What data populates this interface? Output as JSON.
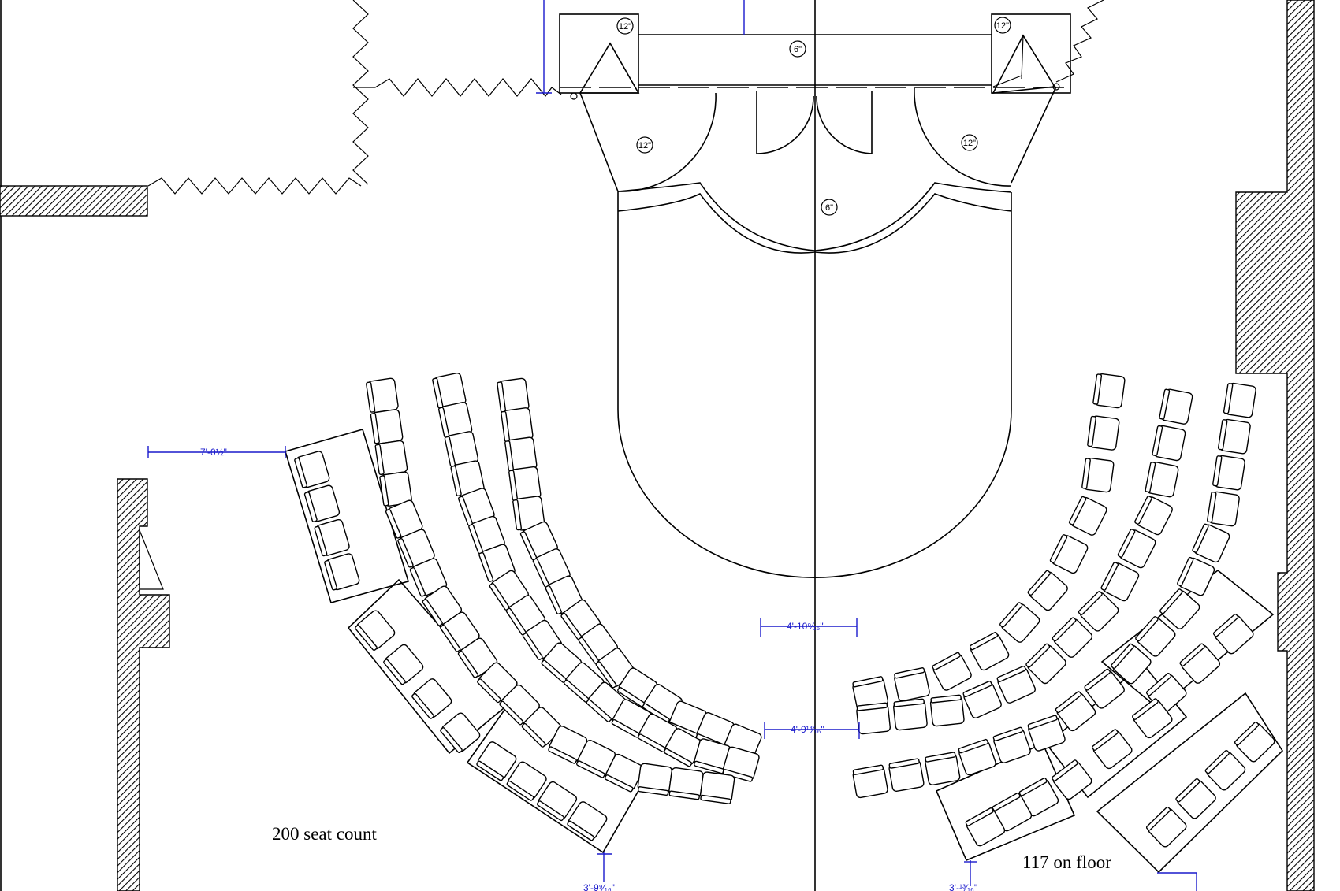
{
  "labels": {
    "seat_count": "200 seat count",
    "floor_count": "117 on floor"
  },
  "dimensions": {
    "left_aisle": "7'-0½\"",
    "front_row_gap": "4'-10⁹⁄₁₆\"",
    "second_row_gap": "4'-9¹³⁄₁₆\"",
    "bottom_left": "3'-9⁹⁄₁₆\"",
    "bottom_right": "3'-¹³⁄₁₆\""
  },
  "pipe_sizes": {
    "p1": "12\"",
    "p2": "12\"",
    "p3": "6\"",
    "p4": "12\"",
    "p5": "12\"",
    "p6": "6\""
  },
  "colors": {
    "linework": "#000000",
    "dimension": "#1a1acc",
    "hatch": "#000000"
  }
}
